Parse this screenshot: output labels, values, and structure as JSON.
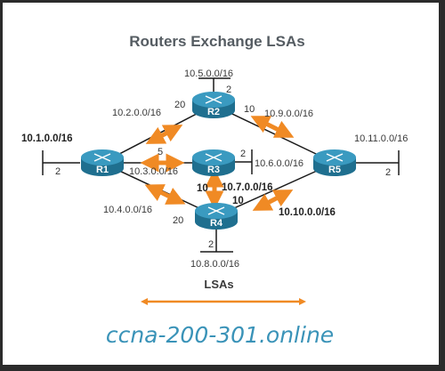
{
  "title": "Routers Exchange LSAs",
  "routers": {
    "r1": "R1",
    "r2": "R2",
    "r3": "R3",
    "r4": "R4",
    "r5": "R5"
  },
  "networks": {
    "n1": "10.1.0.0/16",
    "n2": "10.2.0.0/16",
    "n3": "10.3.0.0/16",
    "n4": "10.4.0.0/16",
    "n5": "10.5.0.0/16",
    "n6": "10.6.0.0/16",
    "n7": "10.7.0.0/16",
    "n8": "10.8.0.0/16",
    "n9": "10.9.0.0/16",
    "n10": "10.10.0.0/16",
    "n11": "10.11.0.0/16"
  },
  "costs": {
    "r1_lan": "2",
    "r1_r2": "20",
    "r1_r3": "5",
    "r1_r4": "20",
    "r2_lan": "2",
    "r2_r5": "10",
    "r3_lan": "2",
    "r3_r4": "10",
    "r4_r3": "10",
    "r4_lan": "2",
    "r5_lan": "2"
  },
  "legend": "LSAs",
  "watermark": "ccna-200-301.online",
  "colors": {
    "router_body": "#1f6f8f",
    "router_top": "#3a9ac0",
    "arrow": "#f08a24",
    "link": "#1a1a1a",
    "title": "#555c62"
  }
}
